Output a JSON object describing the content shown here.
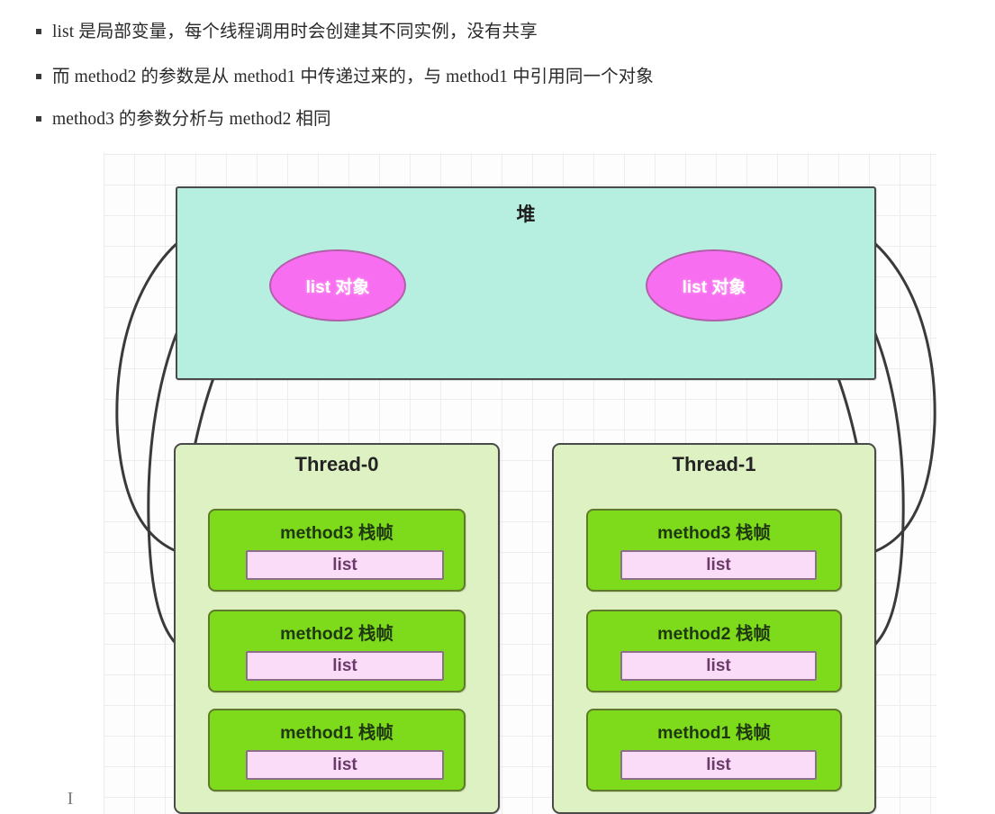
{
  "notes": [
    "list 是局部变量，每个线程调用时会创建其不同实例，没有共享",
    "而 method2 的参数是从 method1 中传递过来的，与 method1 中引用同一个对象",
    "method3 的参数分析与 method2 相同"
  ],
  "diagram": {
    "heap": {
      "label": "堆",
      "fill_color": "#b6efdf",
      "border_color": "#4a4a4a",
      "objects": [
        {
          "label": "list 对象",
          "fill_color": "#f86ef0",
          "side": "left"
        },
        {
          "label": "list 对象",
          "fill_color": "#f86ef0",
          "side": "right"
        }
      ]
    },
    "threads": [
      {
        "label": "Thread-0",
        "fill_color": "#ddf1c3",
        "frames": [
          {
            "title": "method3 栈帧",
            "variable": "list"
          },
          {
            "title": "method2 栈帧",
            "variable": "list"
          },
          {
            "title": "method1 栈帧",
            "variable": "list"
          }
        ]
      },
      {
        "label": "Thread-1",
        "fill_color": "#ddf1c3",
        "frames": [
          {
            "title": "method3 栈帧",
            "variable": "list"
          },
          {
            "title": "method2 栈帧",
            "variable": "list"
          },
          {
            "title": "method1 栈帧",
            "variable": "list"
          }
        ]
      }
    ],
    "frame_fill_color": "#7ddb1c",
    "variable_fill_color": "#fadcf8",
    "arrow_color": "#3a3a3a",
    "arrow_count": 6
  },
  "cursor": {
    "glyph": "I"
  }
}
